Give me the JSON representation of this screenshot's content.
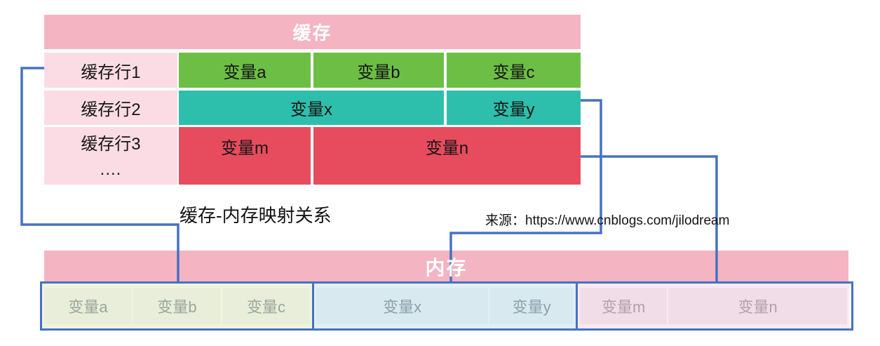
{
  "cache_table": {
    "title": "缓存",
    "rows": [
      {
        "label": "缓存行1",
        "cells": [
          "变量a",
          "变量b",
          "变量c"
        ]
      },
      {
        "label": "缓存行2",
        "cells": [
          "变量x",
          "变量y"
        ]
      },
      {
        "label": "缓存行3",
        "sublabel": "....",
        "cells": [
          "变量m",
          "变量n"
        ]
      }
    ]
  },
  "caption": "缓存-内存映射关系",
  "source": "来源：https://www.cnblogs.com/jilodream",
  "memory": {
    "title": "内存",
    "sections": [
      {
        "name": "cache-line-1-region",
        "cells": [
          "变量a",
          "变量b",
          "变量c"
        ]
      },
      {
        "name": "cache-line-2-region",
        "cells": [
          "变量x",
          "变量y"
        ]
      },
      {
        "name": "cache-line-3-region",
        "cells": [
          "变量m",
          "变量n"
        ]
      }
    ]
  },
  "colors": {
    "header_pink": "#f4b4c2",
    "label_pink": "#fbdce4",
    "green": "#6dbe45",
    "teal": "#2ebfac",
    "red": "#e64c5e",
    "memory_green": "#e8eeda",
    "memory_blue": "#d8e9f0",
    "memory_pink": "#f1dde7",
    "connector_blue": "#4472c4"
  }
}
